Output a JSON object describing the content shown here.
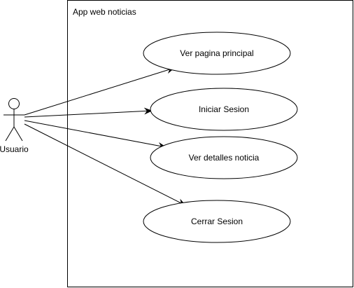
{
  "system": {
    "title": "App web noticias"
  },
  "actor": {
    "name": "Usuario"
  },
  "use_cases": [
    {
      "label": "Ver pagina principal"
    },
    {
      "label": "Iniciar Sesion"
    },
    {
      "label": "Ver detalles noticia"
    },
    {
      "label": "Cerrar Sesion"
    }
  ],
  "colors": {
    "stroke": "#000000",
    "fill": "#ffffff"
  }
}
